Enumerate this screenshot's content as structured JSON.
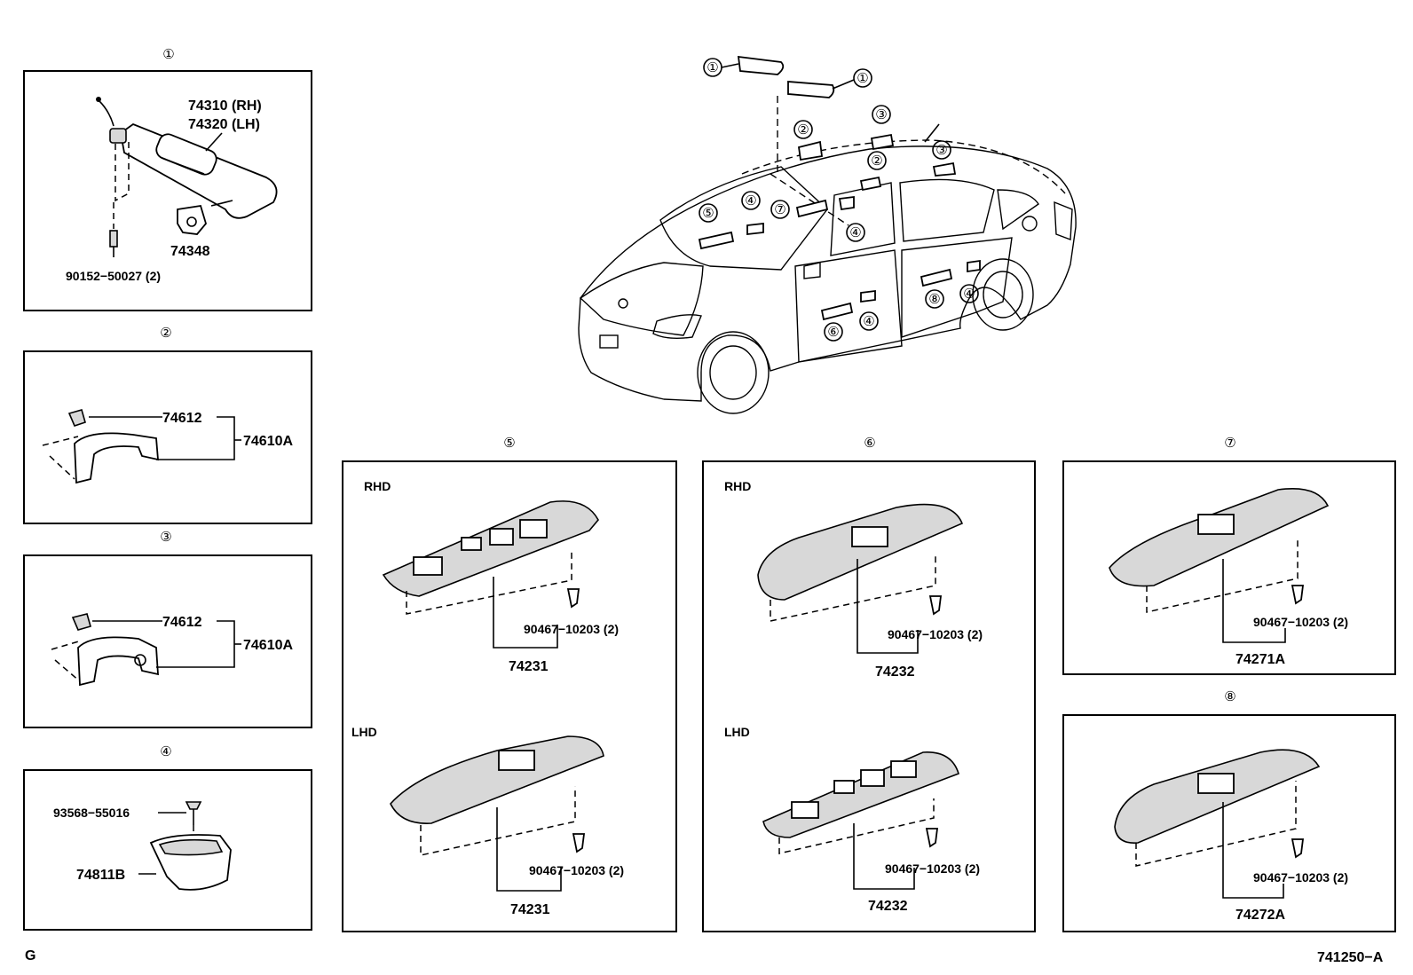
{
  "sections": {
    "s1": {
      "mark": "①",
      "sun_visor_rh": "74310 (RH)",
      "sun_visor_lh": "74320 (LH)",
      "holder": "74348",
      "screw": "90152−50027 (2)"
    },
    "s2": {
      "mark": "②",
      "cover": "74612",
      "grip": "74610A"
    },
    "s3": {
      "mark": "③",
      "cover": "74612",
      "grip": "74610A"
    },
    "s4": {
      "mark": "④",
      "screw": "93568−55016",
      "pocket": "74811B"
    },
    "s5": {
      "mark": "⑤",
      "rhd": "RHD",
      "lhd": "LHD",
      "clip_top": "90467−10203 (2)",
      "panel_top": "74231",
      "clip_bottom": "90467−10203 (2)",
      "panel_bottom": "74231"
    },
    "s6": {
      "mark": "⑥",
      "rhd": "RHD",
      "lhd": "LHD",
      "clip_top": "90467−10203 (2)",
      "panel_top": "74232",
      "clip_bottom": "90467−10203 (2)",
      "panel_bottom": "74232"
    },
    "s7": {
      "mark": "⑦",
      "clip": "90467−10203 (2)",
      "panel": "74271A"
    },
    "s8": {
      "mark": "⑧",
      "clip": "90467−10203 (2)",
      "panel": "74272A"
    }
  },
  "car_callouts": [
    "①",
    "①",
    "②",
    "③",
    "②",
    "③",
    "④",
    "⑤",
    "⑦",
    "④",
    "④",
    "⑥",
    "④",
    "⑧",
    "④"
  ],
  "footer": {
    "left": "G",
    "right": "741250−A"
  }
}
